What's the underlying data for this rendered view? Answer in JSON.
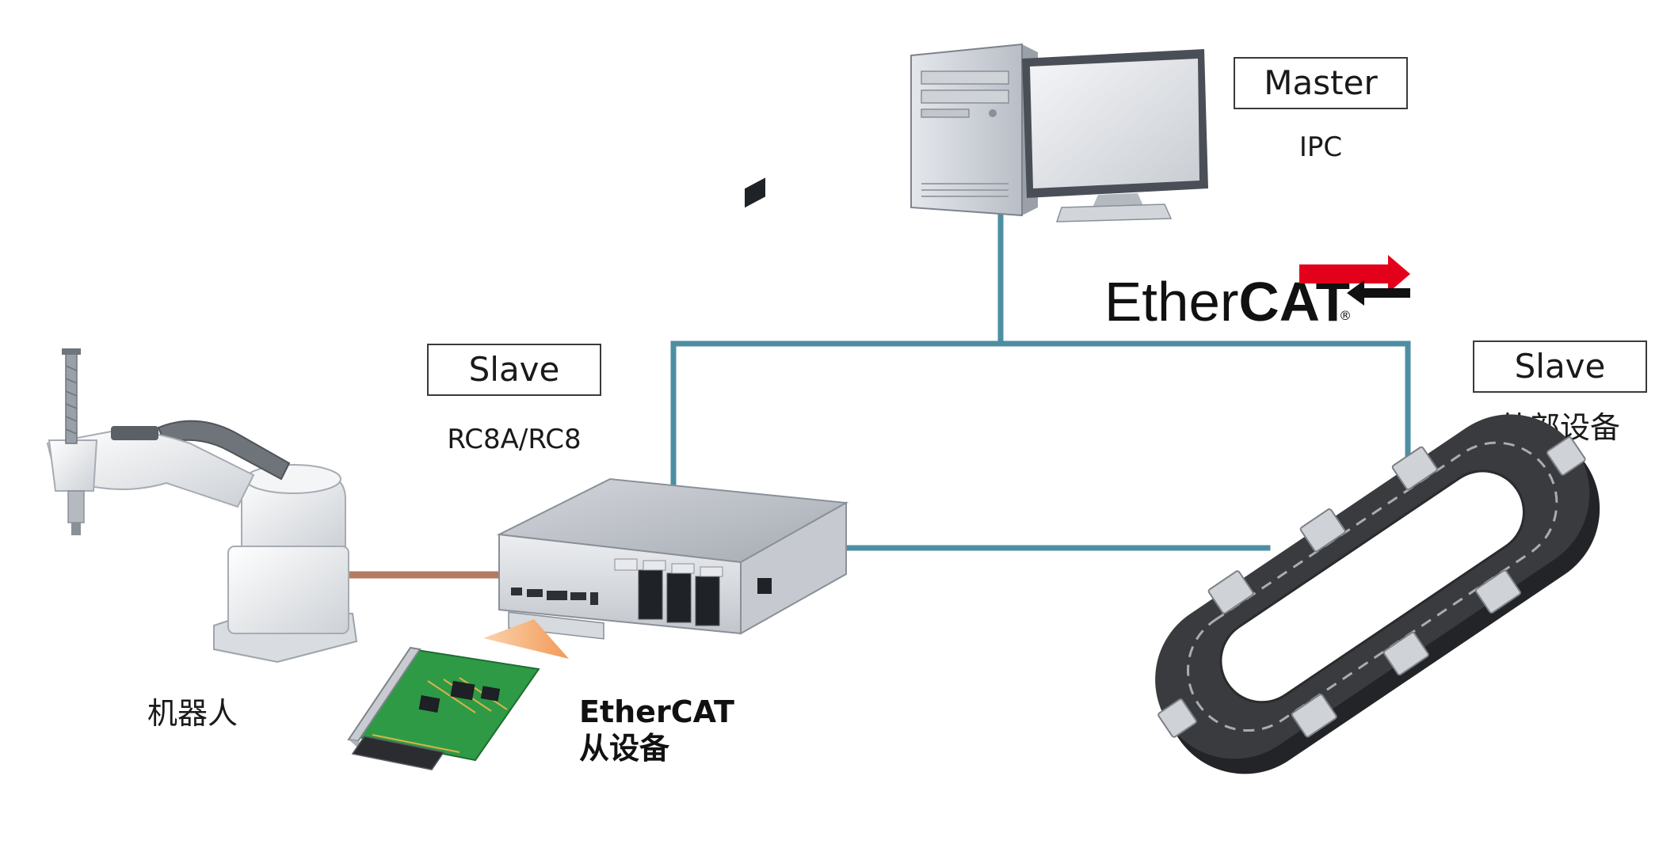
{
  "nodes": {
    "master": {
      "role_label": "Master",
      "device_label": "IPC"
    },
    "controller": {
      "role_label": "Slave",
      "device_label": "RC8A/RC8"
    },
    "external": {
      "role_label": "Slave",
      "device_label": "外部设备"
    },
    "robot": {
      "device_label": "机器人"
    },
    "card": {
      "label_line1": "EtherCAT",
      "label_line2": "从设备"
    }
  },
  "logo": {
    "part1": "Ether",
    "part2": "CAT",
    "mark": "®"
  },
  "colors": {
    "network_line": "#4e8ea3",
    "robot_link": "#b57a62",
    "logo_red": "#e3001b",
    "logo_black": "#111111",
    "insert_arrow": "#f6b27c",
    "track_dark": "#3a3b3e",
    "pcb_green": "#2f9a46"
  }
}
